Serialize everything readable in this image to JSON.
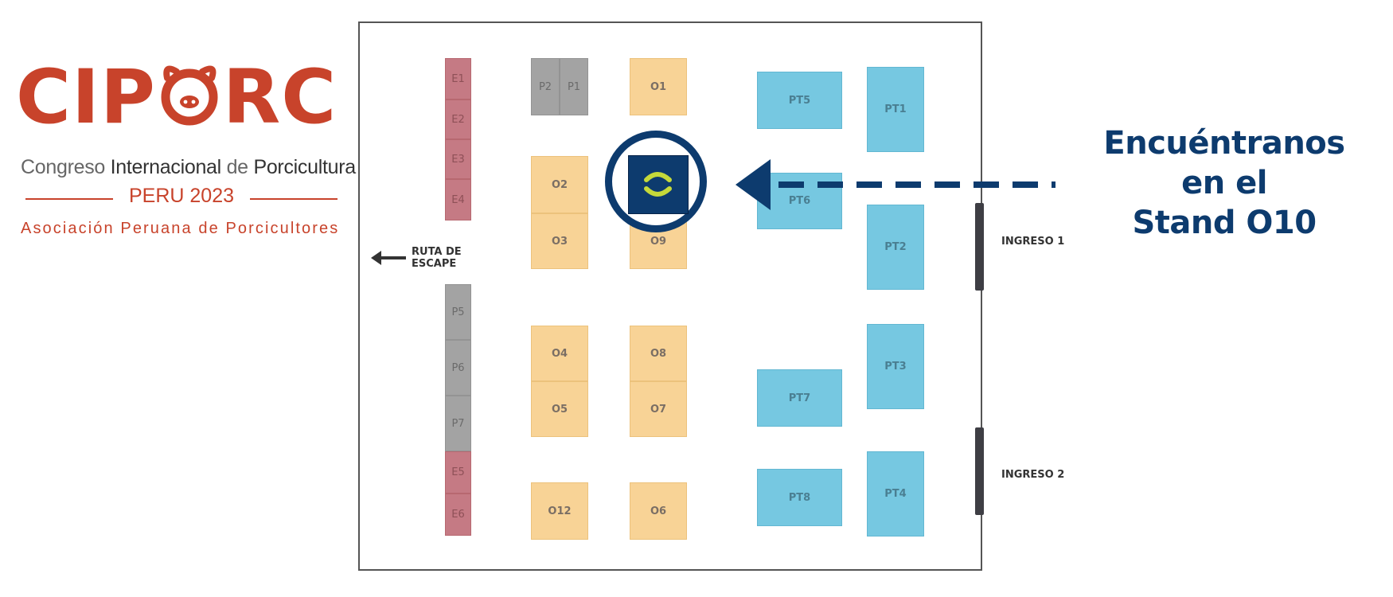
{
  "logo": {
    "word_left": "CIP",
    "word_right": "RC",
    "subtitle_a": "Congreso",
    "subtitle_b": "Internacional",
    "subtitle_c": "de",
    "subtitle_d": "Porcicultura",
    "edition": "PERU 2023",
    "association": "Asociación Peruana de Porcicultores"
  },
  "floorplan": {
    "stands": {
      "E1": "E1",
      "E2": "E2",
      "E3": "E3",
      "E4": "E4",
      "E5": "E5",
      "E6": "E6",
      "P1": "P1",
      "P2": "P2",
      "P5": "P5",
      "P6": "P6",
      "P7": "P7",
      "O1": "O1",
      "O2": "O2",
      "O3": "O3",
      "O4": "O4",
      "O5": "O5",
      "O6": "O6",
      "O7": "O7",
      "O8": "O8",
      "O9": "O9",
      "O12": "O12",
      "PT1": "PT1",
      "PT2": "PT2",
      "PT3": "PT3",
      "PT4": "PT4",
      "PT5": "PT5",
      "PT6": "PT6",
      "PT7": "PT7",
      "PT8": "PT8"
    },
    "escape_line1": "RUTA DE",
    "escape_line2": "ESCAPE",
    "entry1": "INGRESO 1",
    "entry2": "INGRESO 2"
  },
  "callout": {
    "line1": "Encuéntranos",
    "line2": "en el",
    "line3": "Stand O10"
  },
  "colors": {
    "brand_navy": "#0d3b6e",
    "brand_lime": "#c5d93a",
    "logo_red": "#c8432b",
    "stand_e": "#c57a84",
    "stand_p": "#a3a3a3",
    "stand_o": "#f8d396",
    "stand_pt": "#76c8e1"
  },
  "icons": {
    "escape_arrow": "arrow-left-icon",
    "callout_arrow": "dashed-arrow-left-icon",
    "brand_mark": "brand-logo-icon",
    "pig_o": "pig-face-icon"
  }
}
